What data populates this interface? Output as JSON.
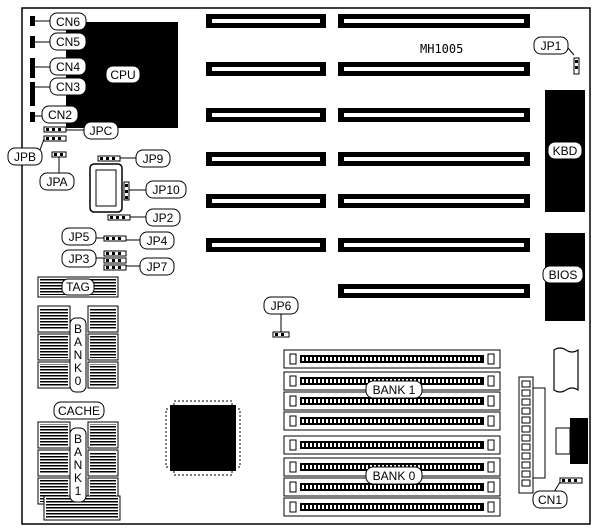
{
  "board": {
    "model_text": "MH1005",
    "labels": {
      "cn6": "CN6",
      "cn5": "CN5",
      "cn4": "CN4",
      "cn3": "CN3",
      "cn2": "CN2",
      "cpu": "CPU",
      "jpc": "JPC",
      "jpb": "JPB",
      "jpa": "JPA",
      "jp9": "JP9",
      "jp10": "JP10",
      "jp2": "JP2",
      "jp5": "JP5",
      "jp4": "JP4",
      "jp3": "JP3",
      "jp7": "JP7",
      "jp1": "JP1",
      "jp6": "JP6",
      "kbd": "KBD",
      "bios": "BIOS",
      "tag": "TAG",
      "bank0_vertical": "BANK0",
      "cache": "CACHE",
      "bank1_vertical": "BANK1",
      "bank1": "BANK 1",
      "bank0": "BANK 0",
      "cn1": "CN1"
    }
  },
  "colors": {
    "ink": "#000000",
    "paper": "#ffffff"
  }
}
